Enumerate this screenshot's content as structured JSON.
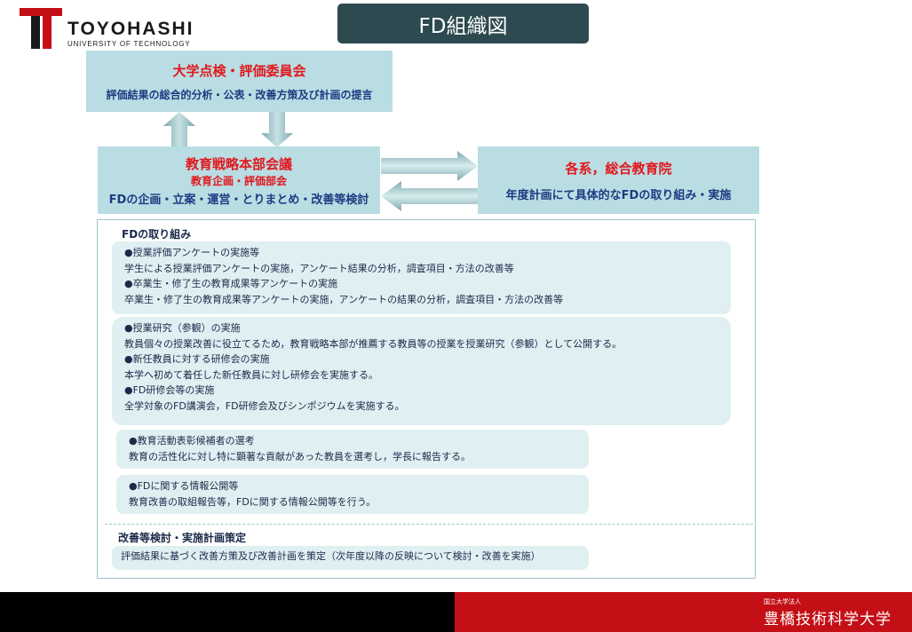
{
  "header": {
    "logo_name": "TOYOHASHI",
    "logo_sub": "UNIVERSITY OF TECHNOLOGY",
    "title": "FD組織図"
  },
  "top_panel": {
    "title": "大学点検・評価委員会",
    "desc": "評価結果の総合的分析・公表・改善方策及び計画の提言"
  },
  "mid_panel": {
    "title": "教育戦略本部会議",
    "subtitle": "教育企画・評価部会",
    "desc": "FDの企画・立案・運営・とりまとめ・改善等検討"
  },
  "right_panel": {
    "title": "各系，総合教育院",
    "desc": "年度計画にて具体的なFDの取り組み・実施"
  },
  "fd_section": {
    "heading": "FDの取り組み",
    "groups": [
      {
        "lines": [
          "●授業評価アンケートの実施等",
          "学生による授業評価アンケートの実施，アンケート結果の分析，調査項目・方法の改善等",
          "●卒業生・修了生の教育成果等アンケートの実施",
          "卒業生・修了生の教育成果等アンケートの実施，アンケートの結果の分析，調査項目・方法の改善等"
        ]
      },
      {
        "lines": [
          "●授業研究（参観）の実施",
          "教員個々の授業改善に役立てるため，教育戦略本部が推薦する教員等の授業を授業研究（参観）として公開する。",
          "●新任教員に対する研修会の実施",
          "本学へ初めて着任した新任教員に対し研修会を実施する。",
          "●FD研修会等の実施",
          "全学対象のFD講演会，FD研修会及びシンポジウムを実施する。"
        ]
      },
      {
        "lines": [
          "●教育活動表彰候補者の選考",
          "教育の活性化に対し特に顕著な貢献があった教員を選考し，学長に報告する。"
        ]
      },
      {
        "lines": [
          "●FDに関する情報公開等",
          "教育改善の取組報告等，FDに関する情報公開等を行う。"
        ]
      }
    ]
  },
  "improve_section": {
    "heading": "改善等検討・実施計画策定",
    "desc": "評価結果に基づく改善方策及び改善計画を策定（次年度以降の反映について検討・改善を実施）"
  },
  "footer": {
    "sub": "国立大学法人",
    "name": "豊橋技術科学大学"
  },
  "colors": {
    "title_bg": "#2c4a50",
    "panel_bg": "#b9dde3",
    "red_text": "#e1181d",
    "navy_text": "#1f3b82",
    "footer_red": "#c40f17"
  }
}
